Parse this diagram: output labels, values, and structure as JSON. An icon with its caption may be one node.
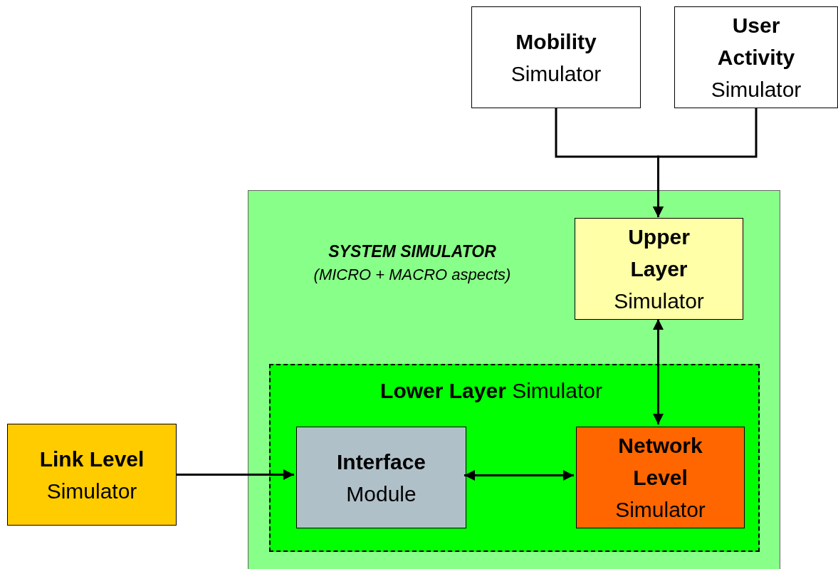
{
  "diagram": {
    "nodes": [
      {
        "text": [
          "Mobility",
          "Simulator"
        ]
      },
      {
        "text": [
          "User Activity",
          "Simulator"
        ]
      },
      {
        "text": [
          "SYSTEM SIMULATOR",
          "(MICRO + MACRO aspects)"
        ]
      },
      {
        "text": [
          "Upper Layer",
          "Simulator"
        ],
        "in": 2
      },
      {
        "text": [
          "**Lower Layer** Simulator"
        ],
        "in": 2
      },
      {
        "text": [
          "Interface",
          "Module"
        ],
        "in": 4
      },
      {
        "text": [
          "Network Level",
          "Simulator"
        ],
        "in": 4
      },
      {
        "text": [
          "Link Level",
          "Simulator"
        ]
      }
    ],
    "edges": [
      {
        "from": 0,
        "to": 3,
        "arrow": "to"
      },
      {
        "from": 1,
        "to": 3,
        "arrow": "to"
      },
      {
        "from": 3,
        "to": 6,
        "arrow": "both"
      },
      {
        "from": 7,
        "to": 5,
        "arrow": "to"
      },
      {
        "from": 5,
        "to": 6,
        "arrow": "both"
      }
    ]
  }
}
